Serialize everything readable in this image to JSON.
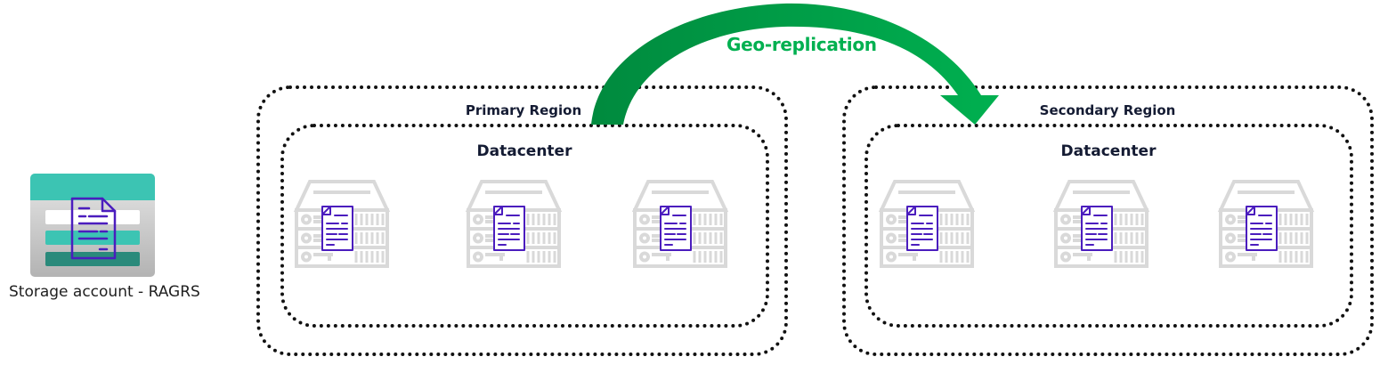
{
  "storage_account": {
    "label": "Storage account - RAGRS",
    "icon": "storage-account-icon",
    "colors": {
      "header": "#3cc4b3",
      "bar_light": "#3cc4b3",
      "bar_dark": "#2a8a7b",
      "document": "#4b1dbe"
    }
  },
  "replication": {
    "label": "Geo-replication",
    "color": "#00b050",
    "arrow_color_start": "#008a3e",
    "arrow_color_end": "#00b050"
  },
  "regions": [
    {
      "title": "Primary Region",
      "datacenter": {
        "title": "Datacenter",
        "servers": [
          {
            "icon": "server-icon",
            "file": "document-icon"
          },
          {
            "icon": "server-icon",
            "file": "document-icon"
          },
          {
            "icon": "server-icon",
            "file": "document-icon"
          }
        ]
      }
    },
    {
      "title": "Secondary Region",
      "datacenter": {
        "title": "Datacenter",
        "servers": [
          {
            "icon": "server-icon",
            "file": "document-icon"
          },
          {
            "icon": "server-icon",
            "file": "document-icon"
          },
          {
            "icon": "server-icon",
            "file": "document-icon"
          }
        ]
      }
    }
  ],
  "colors": {
    "server": "#d9d9d9",
    "document": "#4b1dbe",
    "text": "#141b33",
    "border": "#111111"
  }
}
